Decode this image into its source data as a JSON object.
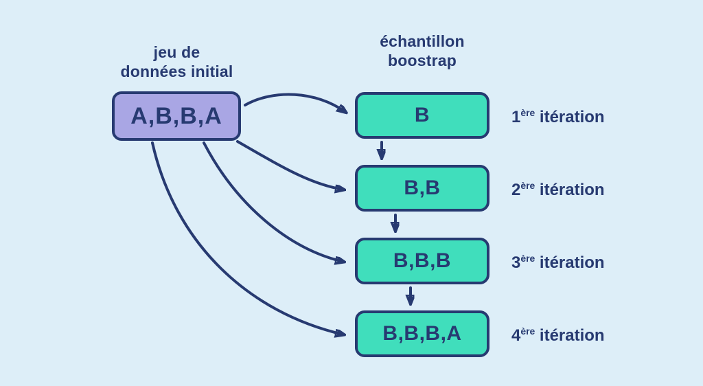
{
  "diagram": {
    "initial": {
      "label_line1": "jeu de",
      "label_line2": "données initial",
      "value": "A,B,B,A"
    },
    "sample": {
      "label_line1": "échantillon",
      "label_line2": "boostrap"
    },
    "iterations": [
      {
        "value": "B",
        "num": "1",
        "sup": "ère",
        "rest": " itération"
      },
      {
        "value": "B,B",
        "num": "2",
        "sup": "ère",
        "rest": " itération"
      },
      {
        "value": "B,B,B",
        "num": "3",
        "sup": "ère",
        "rest": " itération"
      },
      {
        "value": "B,B,B,A",
        "num": "4",
        "sup": "ère",
        "rest": " itération"
      }
    ],
    "colors": {
      "background": "#ddeef8",
      "navy": "#273a71",
      "green": "#40debc",
      "purple": "#a9a6e4"
    }
  }
}
